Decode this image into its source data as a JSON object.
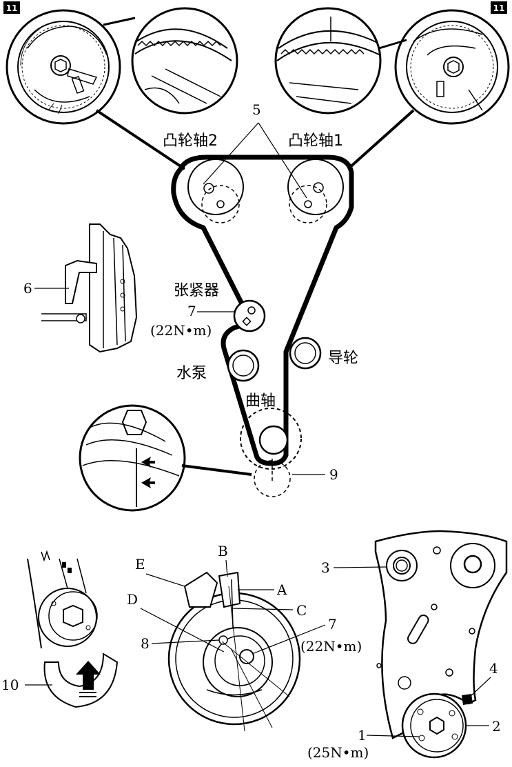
{
  "badges": {
    "left": "11",
    "right": "11"
  },
  "labels": {
    "camshaft2": "凸轮轴2",
    "camshaft1": "凸轮轴1",
    "callout5": "5",
    "callout6": "6",
    "tensioner": "张紧器",
    "callout7_top": "7",
    "torque7_top": "(22N•m)",
    "water_pump": "水泵",
    "idler": "导轮",
    "crankshaft": "曲轴",
    "callout9": "9",
    "callout10": "10",
    "letterE": "E",
    "letterB": "B",
    "letterA": "A",
    "letterD": "D",
    "letterC": "C",
    "callout8": "8",
    "callout7_bottom": "7",
    "torque7_bottom": "(22N•m)",
    "callout3": "3",
    "callout4": "4",
    "callout2": "2",
    "callout1": "1",
    "torque1": "(25N•m)"
  }
}
